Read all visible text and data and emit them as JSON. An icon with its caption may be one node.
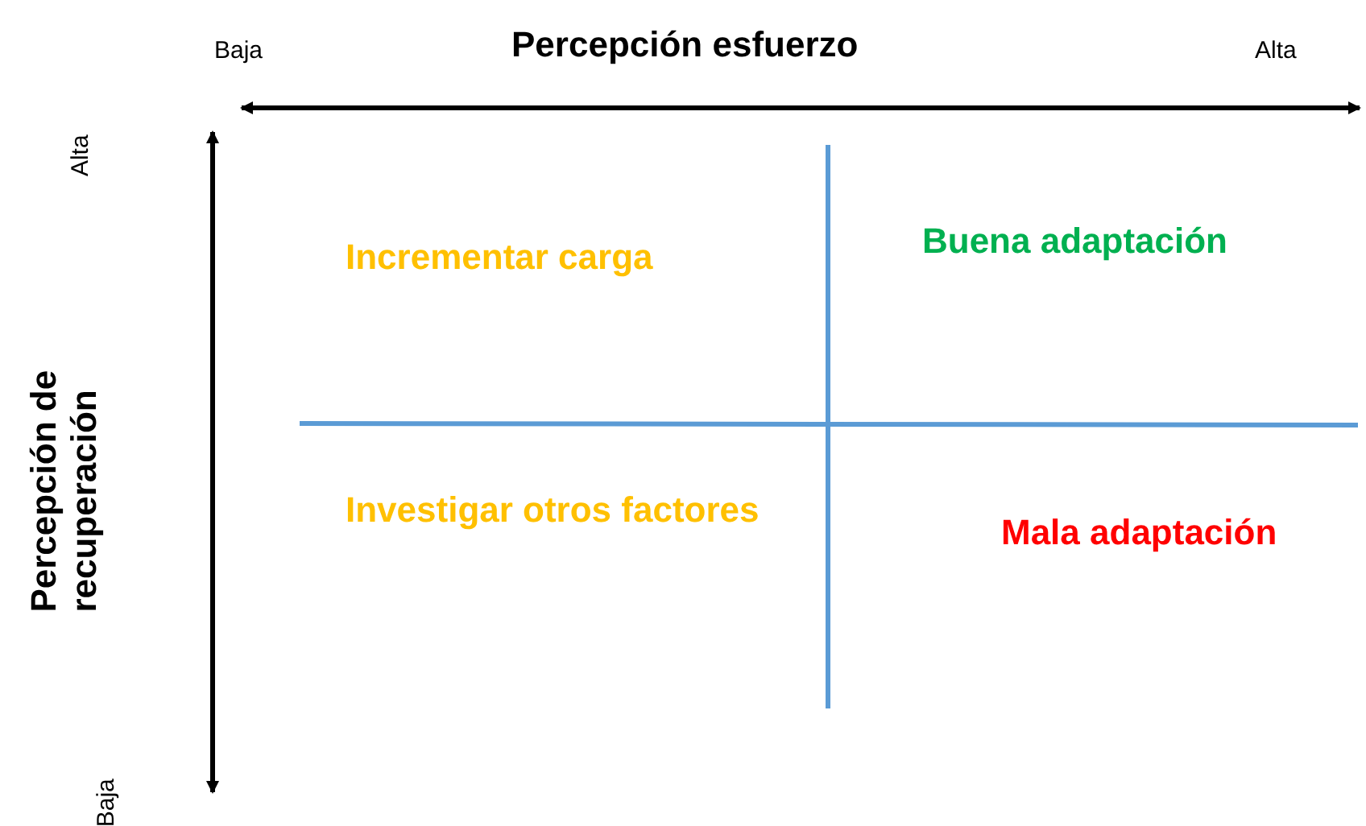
{
  "diagram": {
    "labels": [
      "Baja",
      "Percepción esfuerzo",
      "Alta",
      "Alta",
      "Percepción de recuperación",
      "Incrementar carga",
      "Buena adaptación",
      "Investigar otros factores",
      "Mala adaptación",
      "Baja"
    ]
  }
}
